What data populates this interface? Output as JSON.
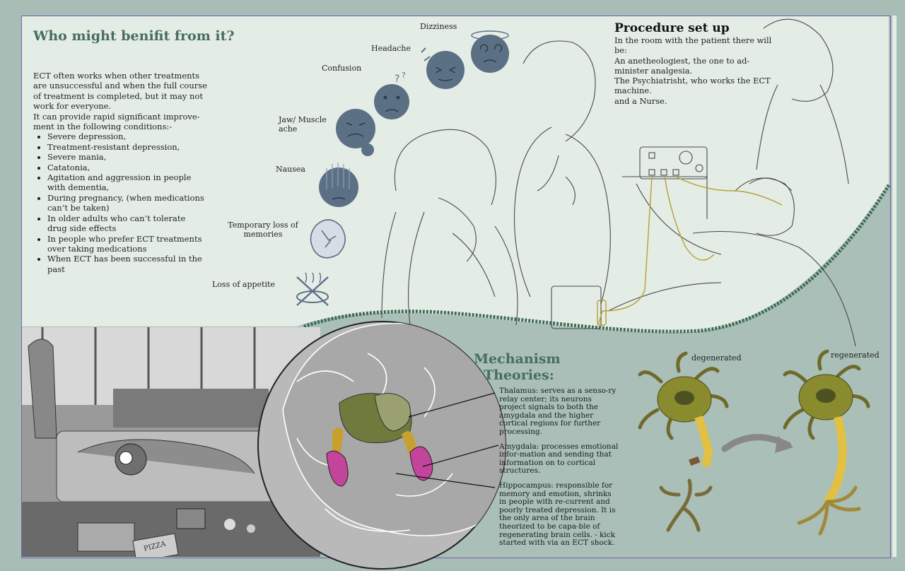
{
  "benefit": {
    "title": "Who might benifit from it?",
    "intro": "ECT often works when other treatments are unsuccessful and when the full course of treatment is completed, but it may not work for everyone.",
    "lead": "It can provide rapid significant improve-ment in the following conditions:-",
    "conditions": [
      "Severe depression,",
      "Treatment-resistant depression,",
      "Severe mania,",
      "Catatonia,",
      "Agitation and aggression in people with dementia,",
      "During pregnancy, (when medications can’t be taken)",
      "In older adults who can’t tolerate drug side effects",
      "In people who prefer ECT treatments over  taking medications",
      "When ECT has been successful in the past"
    ]
  },
  "side_effects": {
    "dizziness": "Dizziness",
    "headache": "Headache",
    "confusion": "Confusion",
    "jaw": "Jaw/ Muscle ache",
    "nausea": "Nausea",
    "memory": "Temporary loss of memories",
    "appetite": "Loss of appetite"
  },
  "procedure": {
    "title": "Procedure set up",
    "intro": "In the room with the patient there will be:",
    "line1": "An anetheologiest, the one to ad-minister analgesia.",
    "line2": "The Psychiatrisht, who works the ECT machine.",
    "line3": "and a Nurse."
  },
  "mechanism": {
    "title1": "Mechanism",
    "title2": "Theories:",
    "thalamus": "Thalamus: serves as a senso-ry relay center; its neurons project signals to both the amygdala and the higher cortical regions for further processing.",
    "amygdala": "Amygdala: processes emotional infor-mation and sending that information on to cortical structures.",
    "hippocampus": "Hippocampus: responsible for memory and emotion, shrinks in people with re-current and poorly treated depression. It is the only area of the brain theorized to be capa-ble of regenerating brain cells. - kick started with via an ECT shock."
  },
  "neurons": {
    "degenerated": "degenerated",
    "regenerated": "regenerated"
  },
  "props": {
    "pizza_box": "PIZZA"
  },
  "colors": {
    "title_green": "#476e5e",
    "emoji_blue": "#5c7085",
    "hippocampus_magenta": "#c2449b",
    "thalamus_olive": "#6f7a3c",
    "neuron_olive": "#8a8a2e",
    "frame_purple": "#7a5fb0"
  }
}
